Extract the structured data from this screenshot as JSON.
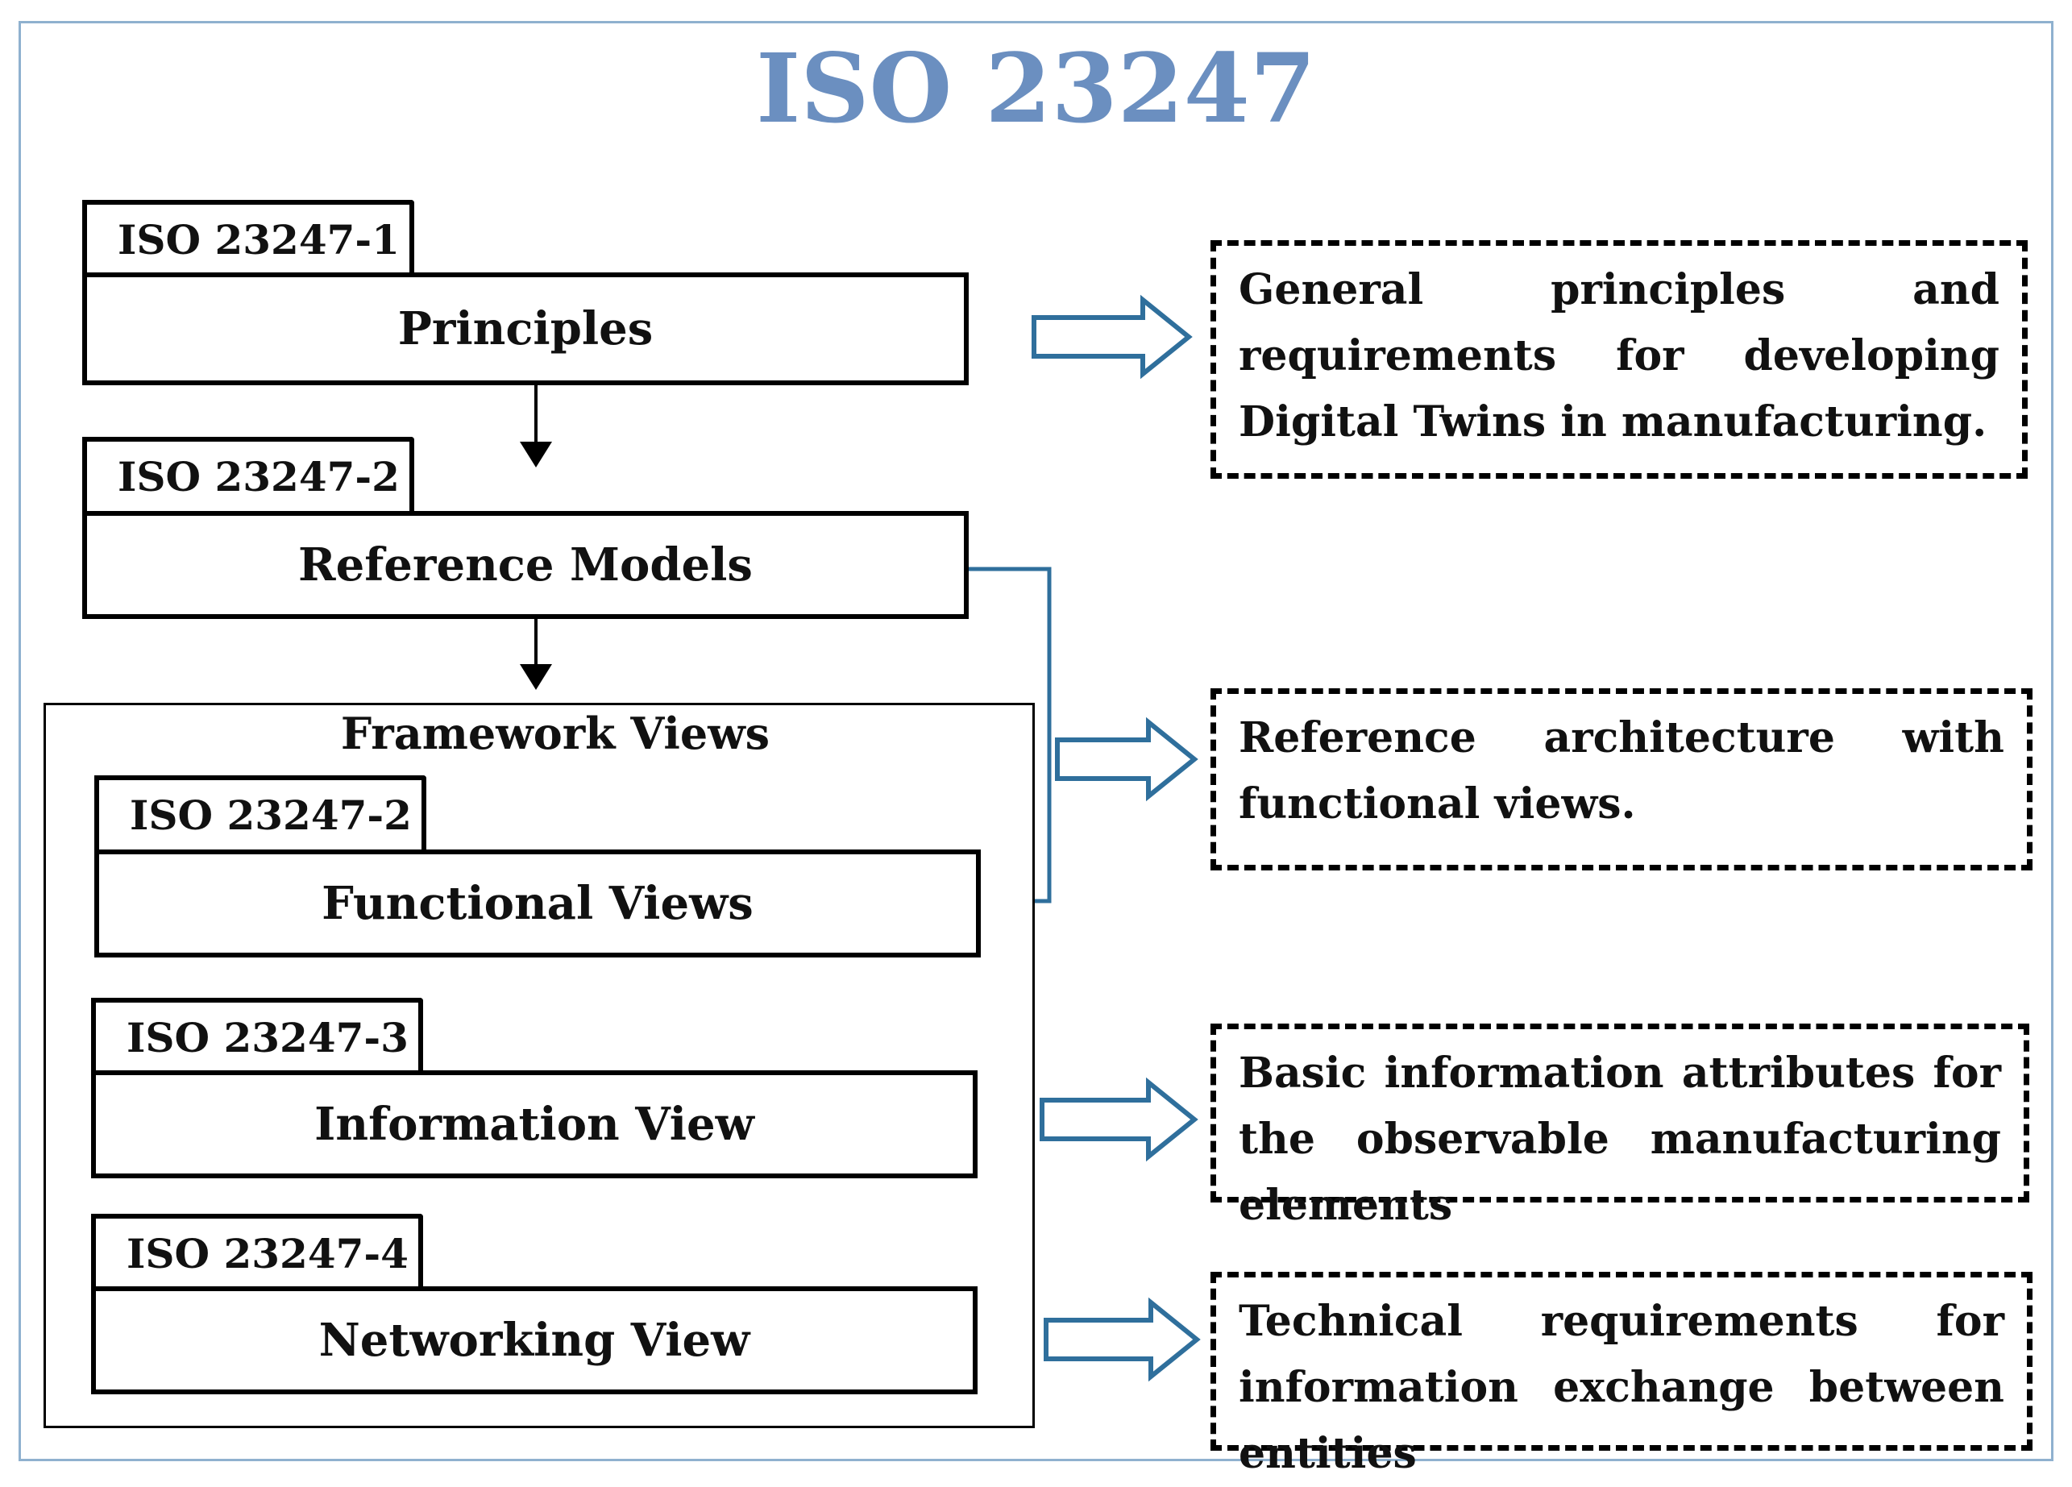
{
  "title": "ISO 23247",
  "parts": [
    {
      "tab": "ISO 23247-1",
      "label": "Principles"
    },
    {
      "tab": "ISO 23247-2",
      "label": "Reference Models"
    }
  ],
  "framework": {
    "label": "Framework Views",
    "views": [
      {
        "tab": "ISO 23247-2",
        "label": "Functional Views"
      },
      {
        "tab": "ISO 23247-3",
        "label": "Information View"
      },
      {
        "tab": "ISO 23247-4",
        "label": "Networking View"
      }
    ]
  },
  "descriptions": [
    "General principles and requirements for developing Digital Twins in manufacturing.",
    "Reference architecture with functional views.",
    "Basic information attributes for the observable manufacturing elements",
    "Technical requirements for information exchange between entities"
  ],
  "colors": {
    "title": "#6b8fc0",
    "connector": "#2f6f9c",
    "frame": "#8fb1cf"
  }
}
